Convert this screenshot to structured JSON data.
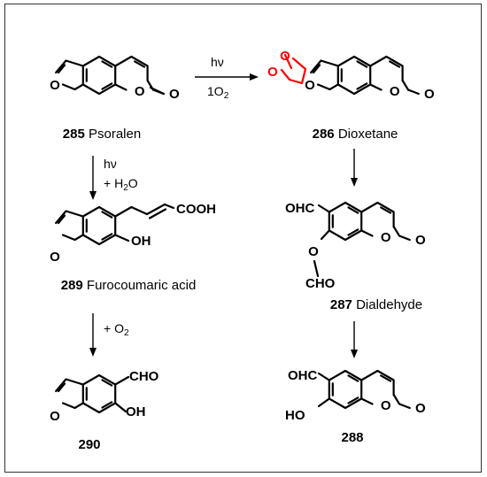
{
  "atoms": {
    "O": "O",
    "OH": "OH",
    "HO": "HO",
    "CHO": "CHO",
    "OHC": "OHC",
    "COOH": "COOH"
  },
  "compounds": [
    {
      "number": "285",
      "name": "Psoralen"
    },
    {
      "number": "286",
      "name": "Dioxetane"
    },
    {
      "number": "289",
      "name": "Furocoumaric acid"
    },
    {
      "number": "287",
      "name": "Dialdehyde"
    },
    {
      "number": "290",
      "name": ""
    },
    {
      "number": "288",
      "name": ""
    }
  ],
  "conditions": {
    "r1_top": "hν",
    "r1_bottom_pre": "1O",
    "r1_bottom_sub": "2",
    "r2_top": "hν",
    "r2_bottom_pre": "+ H",
    "r2_bottom_sub": "2",
    "r2_bottom_post": "O",
    "r3_pre": "+ O",
    "r3_sub": "2"
  },
  "colors": {
    "highlight": "#ff0000",
    "ink": "#000000"
  }
}
